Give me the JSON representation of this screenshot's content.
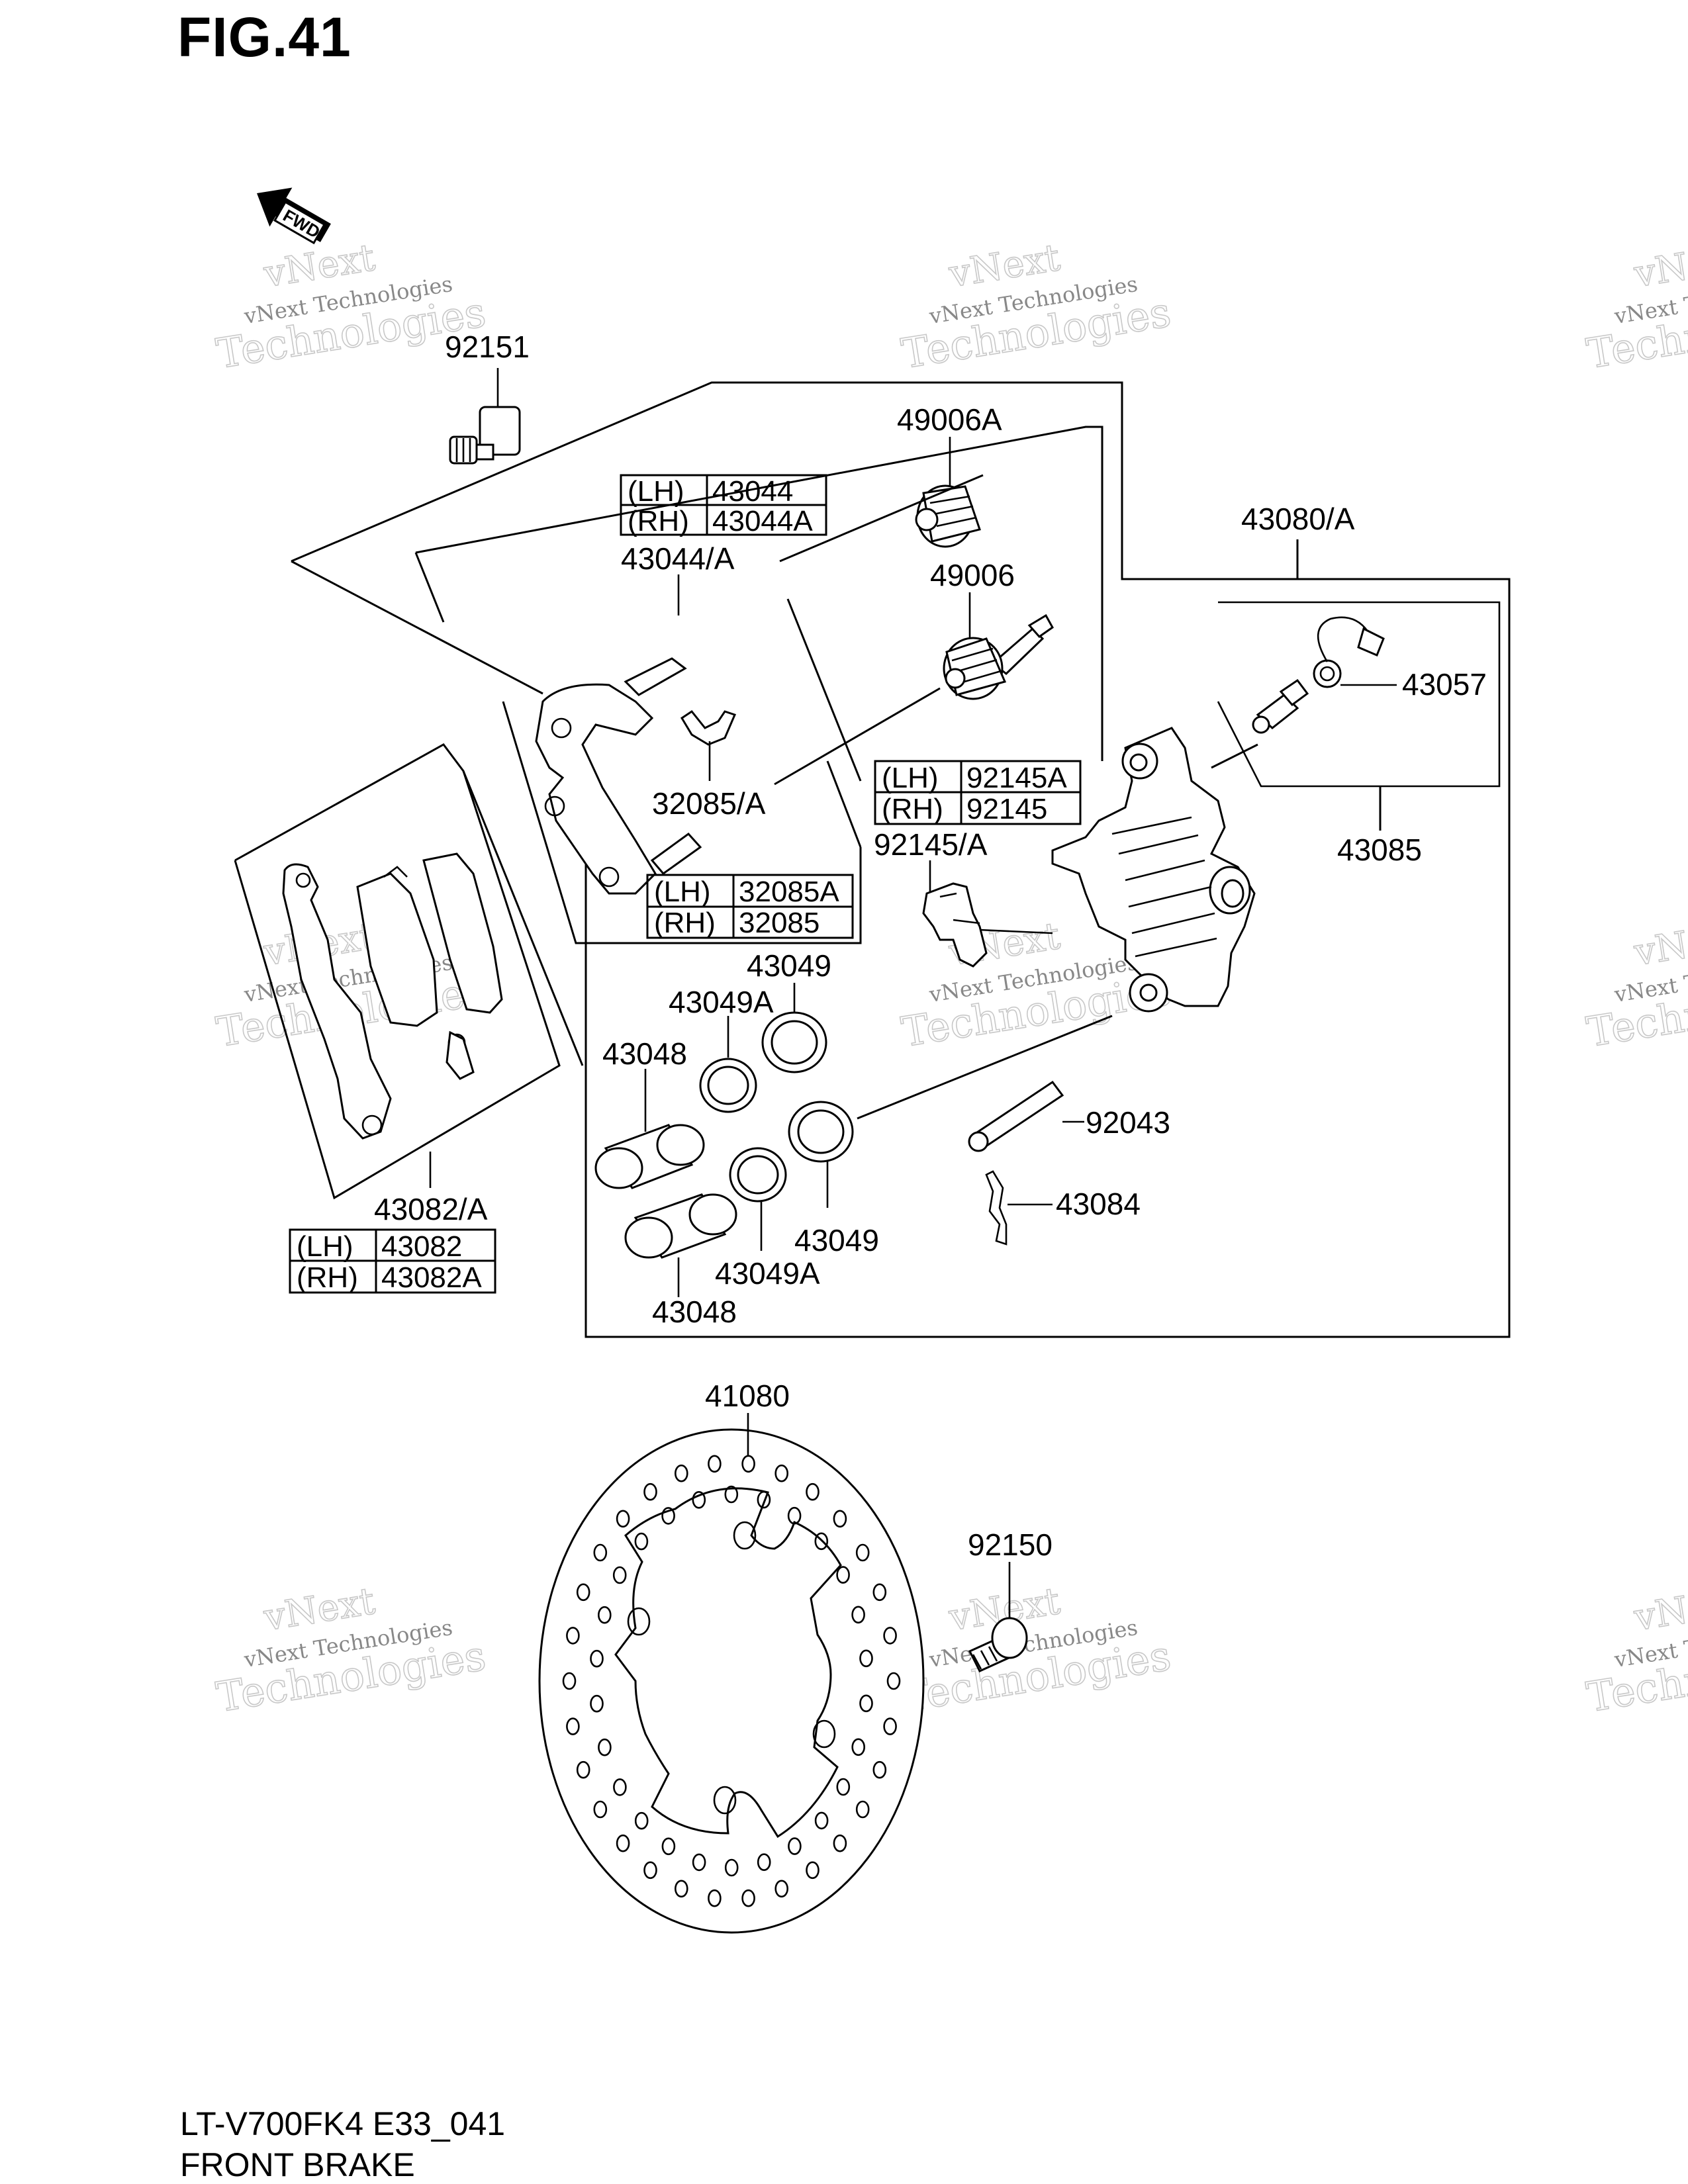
{
  "figure": {
    "title": "FIG.41"
  },
  "footer": {
    "model_code": "LT-V700FK4 E33_041",
    "section_name": "FRONT BRAKE"
  },
  "direction_marker": {
    "icon": "fwd-arrow-icon",
    "text": "FWD"
  },
  "watermark": {
    "line1": "vNext",
    "line2": "vNext Technologies",
    "line3": "Technologies",
    "color": "#c8c8c8"
  },
  "labels": {
    "p92151": "92151",
    "p49006A": "49006A",
    "p43044_A": "43044/A",
    "p49006": "49006",
    "p43080_A": "43080/A",
    "p43057": "43057",
    "p32085_A": "32085/A",
    "p92145_A": "92145/A",
    "p43085": "43085",
    "p43049_top": "43049",
    "p43049A_top": "43049A",
    "p43048_top": "43048",
    "p92043": "92043",
    "p43084": "43084",
    "p43082_A": "43082/A",
    "p43049_bottom": "43049",
    "p43049A_bottom": "43049A",
    "p43048_bottom": "43048",
    "p41080": "41080",
    "p92150": "92150"
  },
  "variant_tables": {
    "t43044": {
      "rows": [
        {
          "side": "(LH)",
          "part": "43044"
        },
        {
          "side": "(RH)",
          "part": "43044A"
        }
      ]
    },
    "t92145": {
      "rows": [
        {
          "side": "(LH)",
          "part": "92145A"
        },
        {
          "side": "(RH)",
          "part": "92145"
        }
      ]
    },
    "t32085": {
      "rows": [
        {
          "side": "(LH)",
          "part": "32085A"
        },
        {
          "side": "(RH)",
          "part": "32085"
        }
      ]
    },
    "t43082": {
      "rows": [
        {
          "side": "(LH)",
          "part": "43082"
        },
        {
          "side": "(RH)",
          "part": "43082A"
        }
      ]
    }
  }
}
